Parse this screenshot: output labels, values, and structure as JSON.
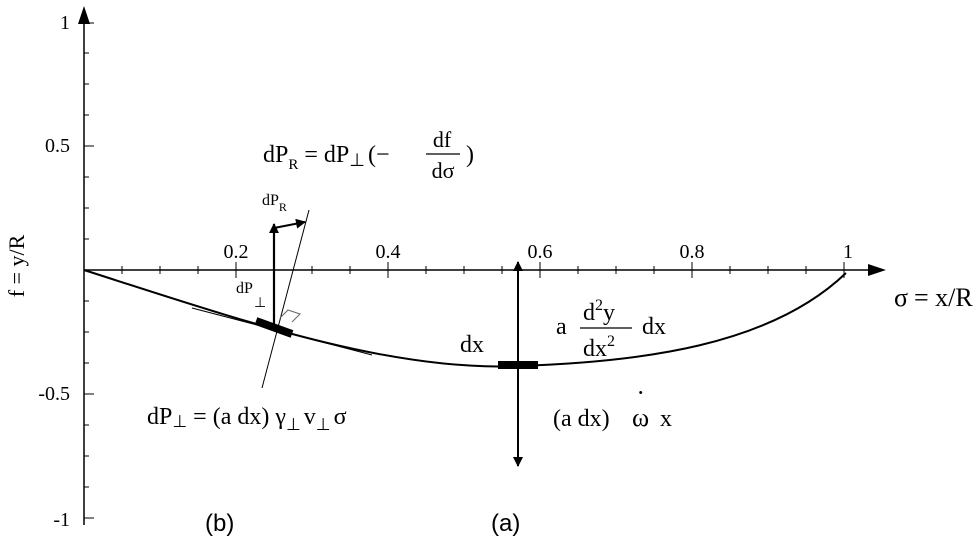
{
  "axes": {
    "x_label_symbol": "σ",
    "x_label_rest": "= x/R",
    "y_label": "f = y/R",
    "x_tick_labels": [
      "0.2",
      "0.4",
      "0.6",
      "0.8",
      "1"
    ],
    "y_tick_labels": [
      "1",
      "0.5",
      "-0.5",
      "-1"
    ]
  },
  "labels": {
    "dPR_eq": {
      "lhs": "dP",
      "lhs_sub": "R",
      "eq": "= dP",
      "perp": "⊥",
      "paren_open": "(−",
      "frac_num": "df",
      "frac_den": "dσ",
      "paren_close": ")"
    },
    "dPR_vec": {
      "main": "dP",
      "sub": "R"
    },
    "dPperp_vec": {
      "main": "dP",
      "sub": "⊥"
    },
    "dPperp_eq": {
      "lhs": "dP",
      "lhs_sub": "⊥",
      "rhs": "= (a dx) γ",
      "gamma_sub": "⊥",
      "v": "v",
      "v_sub": "⊥",
      "sigma": "σ"
    },
    "accel_term": {
      "a": "a",
      "frac_num": "d",
      "frac_num_sup": "2",
      "frac_num_rest": "y",
      "frac_den": "dx",
      "frac_den_sup": "2",
      "trail": "dx"
    },
    "dx": "dx",
    "inertia_term": {
      "text": "(a dx)",
      "omega": "ω",
      "dot": "˙",
      "x": "x"
    },
    "panel_a": "(a)",
    "panel_b": "(b)"
  }
}
